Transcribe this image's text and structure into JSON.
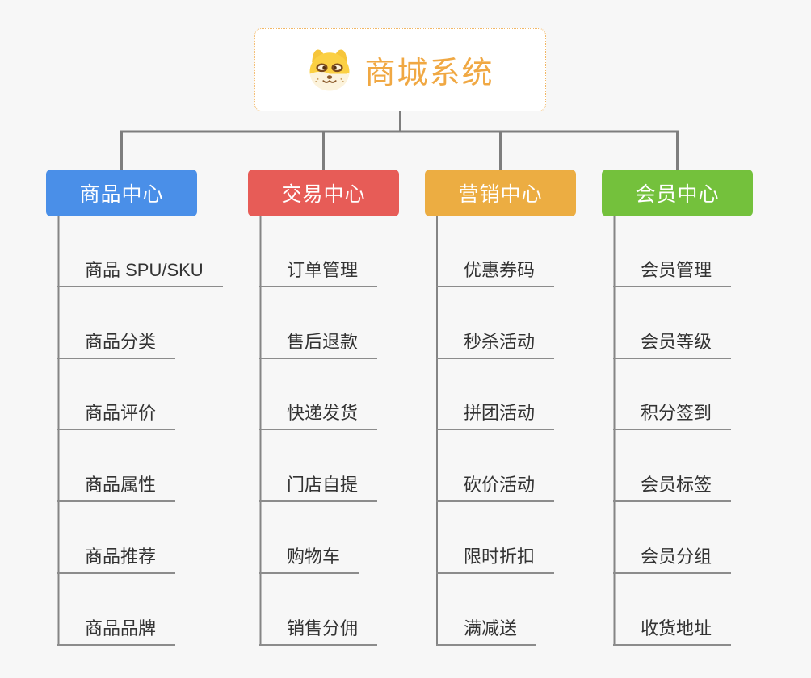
{
  "root": {
    "title": "商城系统",
    "icon": "doge-face-icon",
    "accent_color": "#F0A843"
  },
  "branches": [
    {
      "label": "商品中心",
      "color": "#4A8FE8",
      "children": [
        "商品 SPU/SKU",
        "商品分类",
        "商品评价",
        "商品属性",
        "商品推荐",
        "商品品牌"
      ]
    },
    {
      "label": "交易中心",
      "color": "#E75C57",
      "children": [
        "订单管理",
        "售后退款",
        "快递发货",
        "门店自提",
        "购物车",
        "销售分佣"
      ]
    },
    {
      "label": "营销中心",
      "color": "#ECAD42",
      "children": [
        "优惠券码",
        "秒杀活动",
        "拼团活动",
        "砍价活动",
        "限时折扣",
        "满减送"
      ]
    },
    {
      "label": "会员中心",
      "color": "#74C13C",
      "children": [
        "会员管理",
        "会员等级",
        "积分签到",
        "会员标签",
        "会员分组",
        "收货地址"
      ]
    }
  ],
  "style": {
    "background": "#F7F7F7",
    "connector_color": "#7E7E7E",
    "underline_color": "#8C8C8C",
    "leaf_text": "#333333",
    "root_accent": "#F0A843",
    "root_border": "#F2B765"
  }
}
